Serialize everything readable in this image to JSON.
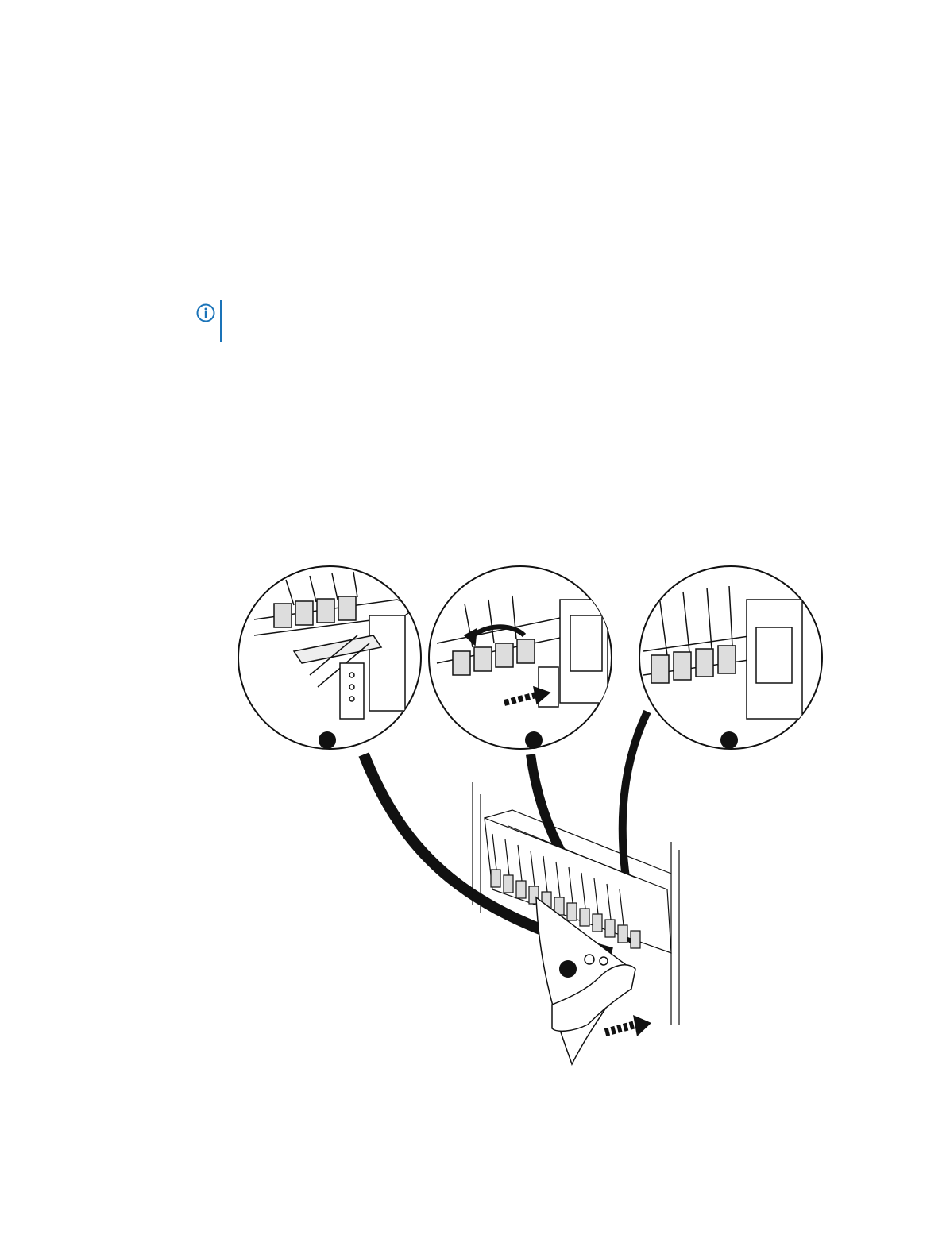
{
  "note": {
    "icon": "info-icon",
    "accent_color": "#1a73b8"
  },
  "figure": {
    "description_icon": "drive-install-illustration",
    "callouts": [
      {
        "icon": "callout-dot-1"
      },
      {
        "icon": "callout-dot-2"
      },
      {
        "icon": "callout-dot-3"
      },
      {
        "icon": "callout-dot-4"
      }
    ]
  }
}
